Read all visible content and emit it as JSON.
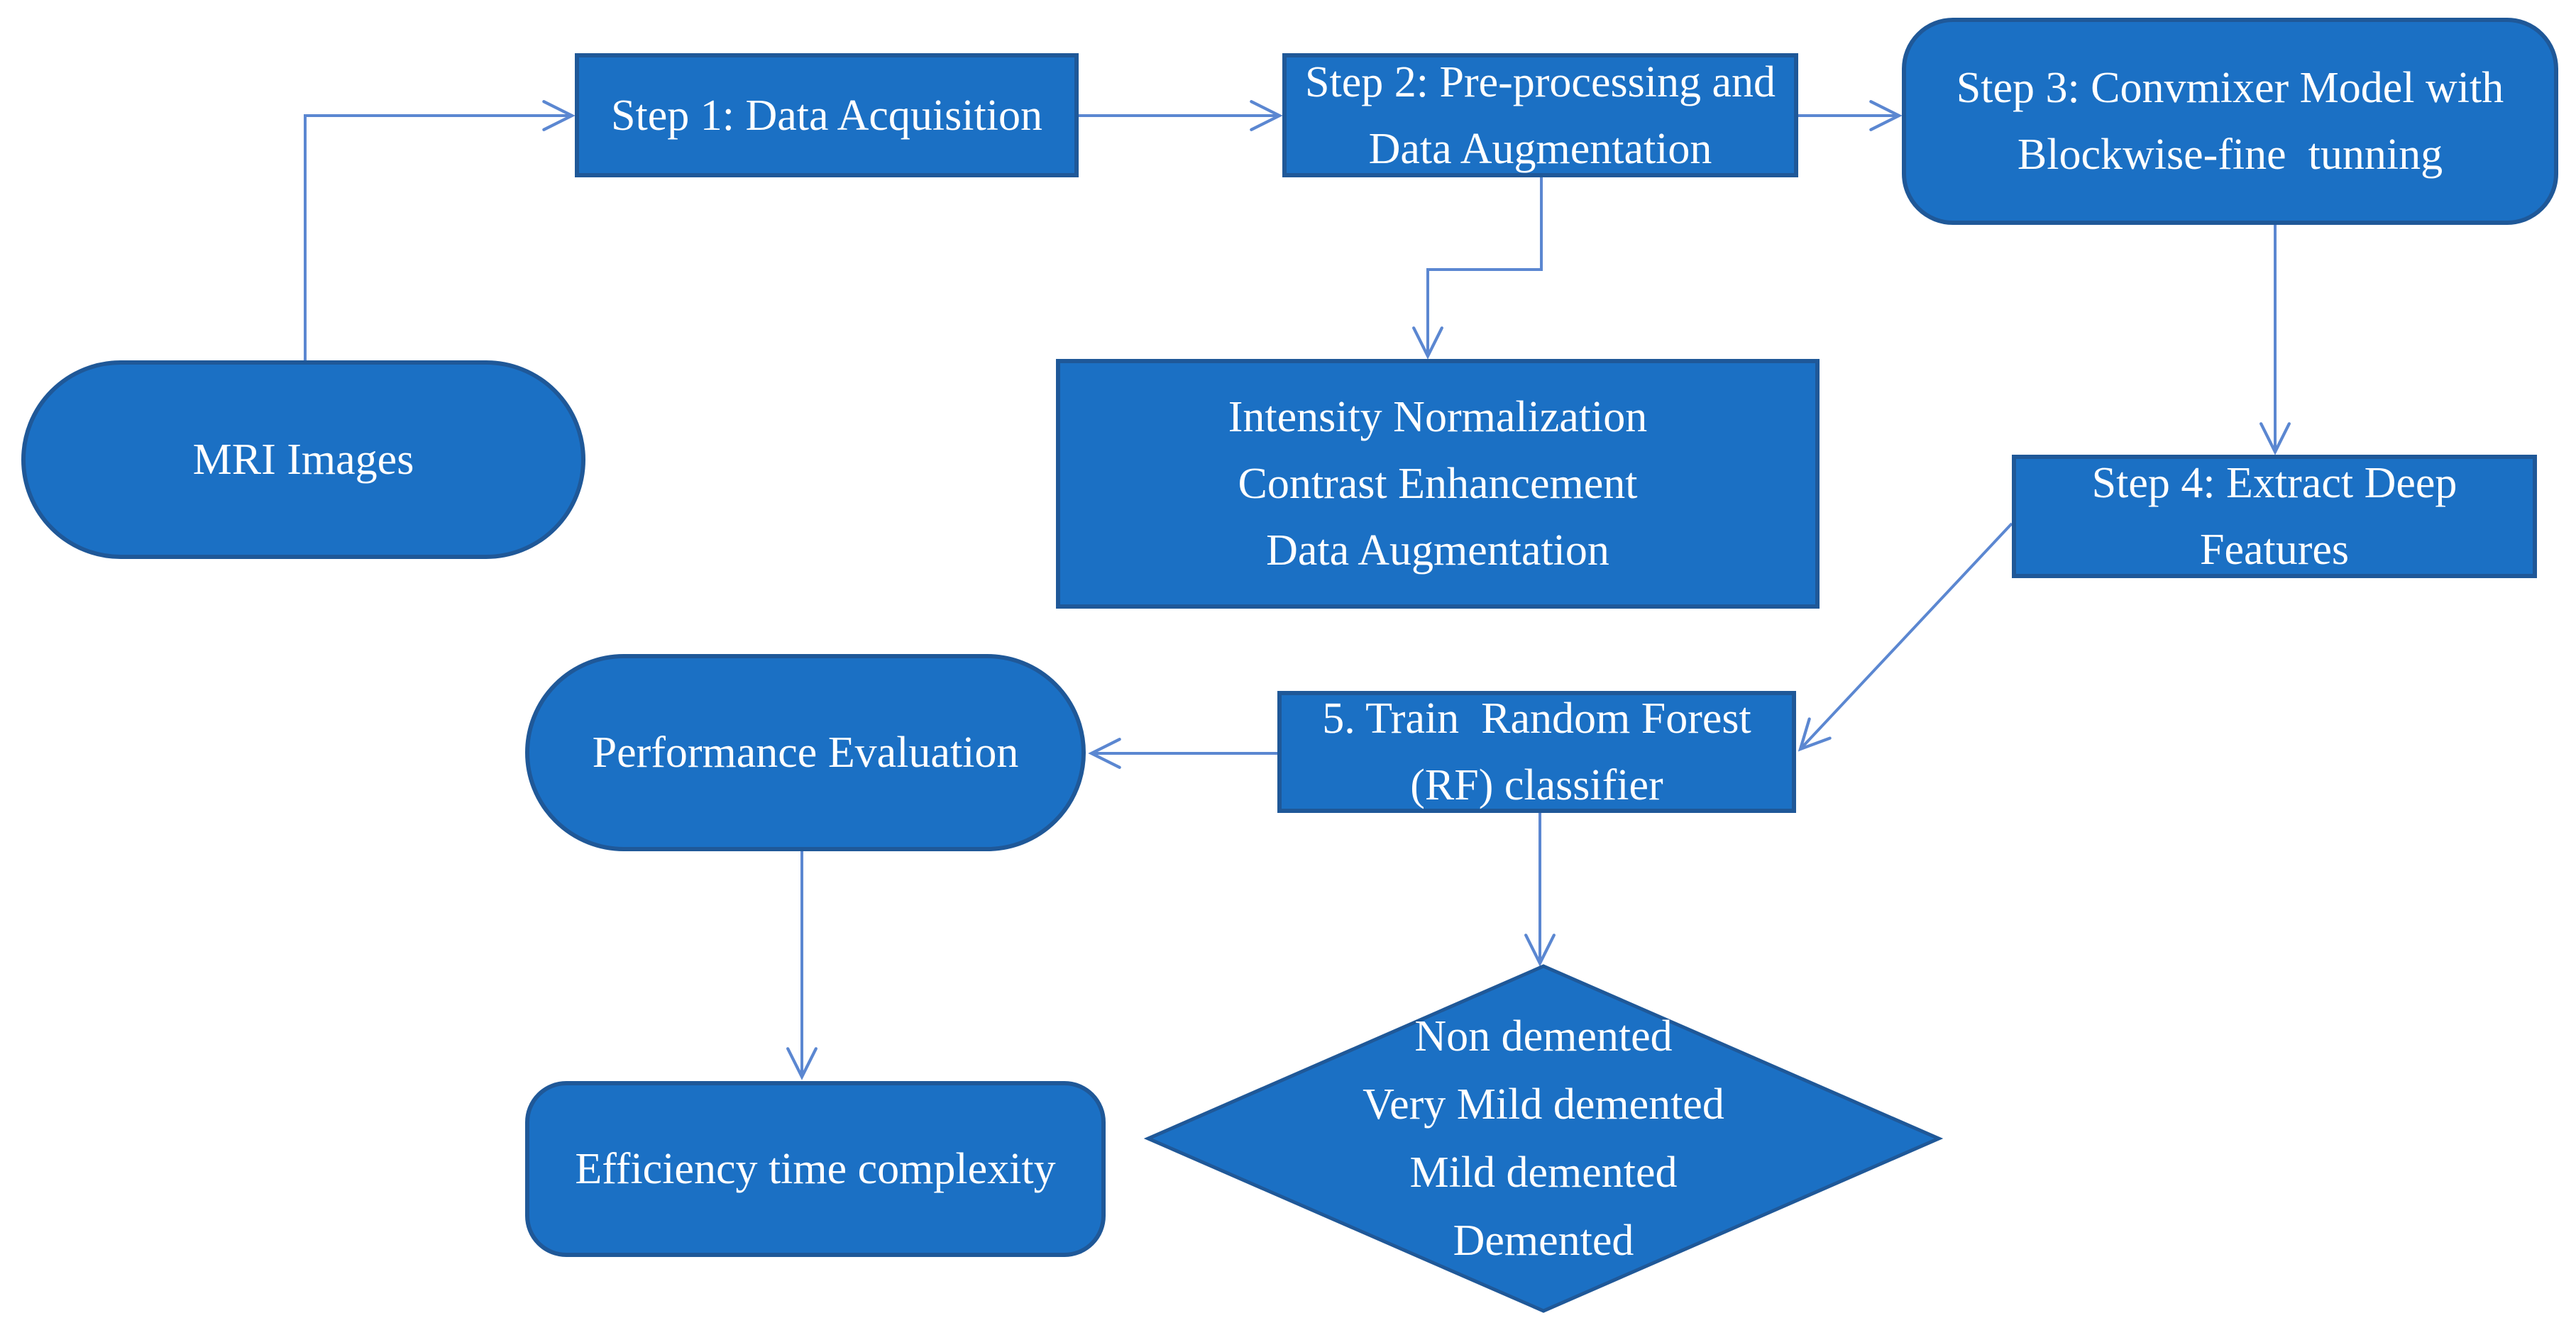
{
  "diagram": {
    "background_color": "#ffffff",
    "colors": {
      "node_fill": "#1b70c4",
      "node_border": "#1f5898",
      "connector": "#5b87d1",
      "label_text": "#ffffff"
    },
    "nodes": {
      "mri": {
        "shape": "stadium",
        "lines": [
          "MRI Images"
        ]
      },
      "step1": {
        "shape": "rectangle",
        "lines": [
          "Step 1: Data Acquisition"
        ]
      },
      "step2": {
        "shape": "rectangle",
        "lines": [
          "Step 2: Pre-processing and",
          "Data Augmentation"
        ]
      },
      "step3": {
        "shape": "rounded-rectangle",
        "lines": [
          "Step 3: Convmixer Model with",
          "Blockwise-fine  tunning"
        ]
      },
      "preproc": {
        "shape": "rectangle",
        "lines": [
          "Intensity Normalization",
          "Contrast Enhancement",
          "Data Augmentation"
        ]
      },
      "step4": {
        "shape": "rectangle",
        "lines": [
          "Step 4: Extract Deep",
          "Features"
        ]
      },
      "train_rf": {
        "shape": "rectangle",
        "lines": [
          "5. Train  Random Forest",
          "(RF) classifier"
        ]
      },
      "perf": {
        "shape": "stadium",
        "lines": [
          "Performance Evaluation"
        ]
      },
      "efficiency": {
        "shape": "rounded-rectangle",
        "lines": [
          "Efficiency time complexity"
        ]
      },
      "decision": {
        "shape": "diamond",
        "lines": [
          "Non demented",
          "Very Mild demented",
          "Mild demented",
          "Demented"
        ]
      }
    },
    "edges": [
      {
        "from": "mri",
        "to": "step1",
        "style": "elbow-arrow"
      },
      {
        "from": "step1",
        "to": "step2",
        "style": "straight-arrow"
      },
      {
        "from": "step2",
        "to": "step3",
        "style": "straight-arrow"
      },
      {
        "from": "step2",
        "to": "preproc",
        "style": "elbow-arrow"
      },
      {
        "from": "step3",
        "to": "step4",
        "style": "straight-arrow"
      },
      {
        "from": "step4",
        "to": "train_rf",
        "style": "diagonal-arrow"
      },
      {
        "from": "train_rf",
        "to": "perf",
        "style": "straight-arrow"
      },
      {
        "from": "train_rf",
        "to": "decision",
        "style": "straight-arrow"
      },
      {
        "from": "perf",
        "to": "efficiency",
        "style": "straight-arrow"
      }
    ]
  }
}
